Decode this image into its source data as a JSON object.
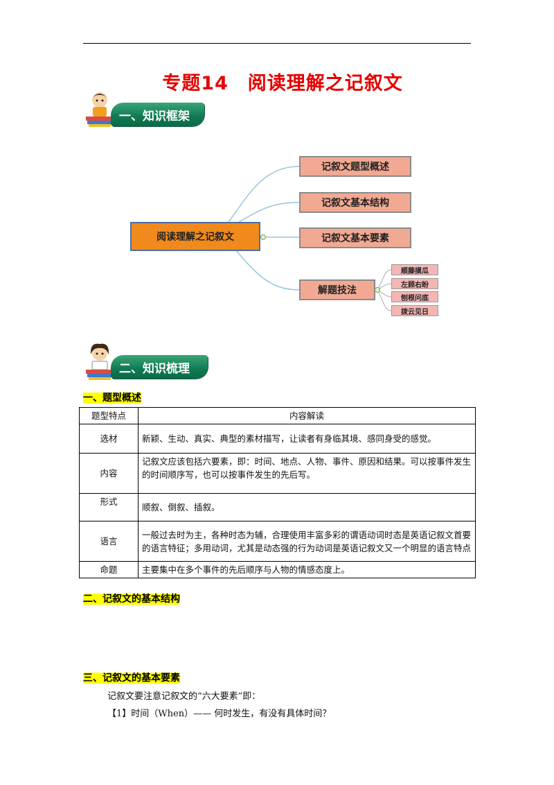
{
  "title": "专题14　阅读理解之记叙文",
  "section1": {
    "label": "一、知识框架"
  },
  "section2": {
    "label": "二、知识梳理"
  },
  "mindmap": {
    "center": "阅读理解之记叙文",
    "branches": [
      "记叙文题型概述",
      "记叙文基本结构",
      "记叙文基本要素",
      "解题技法"
    ],
    "leaves": [
      "顺藤摸瓜",
      "左顾右盼",
      "刨根问底",
      "拨云见日"
    ]
  },
  "subsec1": "一、题型概述",
  "table": {
    "headers": [
      "题型特点",
      "内容解读"
    ],
    "rows": [
      {
        "key": "选材",
        "value": "新颖、生动、真实、典型的素材描写，让读者有身临其境、感同身受的感觉。"
      },
      {
        "key": "内容",
        "value": "记叙文应该包括六要素，即：时间、地点、人物、事件、原因和结果。可以按事件发生的时间顺序写，也可以按事件发生的先后写。"
      },
      {
        "key": "形式",
        "value": "顺叙、倒叙、插叙。"
      },
      {
        "key": "语言",
        "value": "一般过去时为主，各种时态为辅，合理使用丰富多彩的谓语动词时态是英语记叙文首要的语言特征；多用动词，尤其是动态强的行为动词是英语记叙文又一个明显的语言特点"
      },
      {
        "key": "命题",
        "value": "主要集中在多个事件的先后顺序与人物的情感态度上。"
      }
    ]
  },
  "subsec2": "二、记叙文的基本结构",
  "subsec3": "三、记叙文的基本要素",
  "para1": "记叙文要注意记叙文的“六大要素”即：",
  "para2": "【1】时间（When）——  何时发生，有没有具体时间？"
}
